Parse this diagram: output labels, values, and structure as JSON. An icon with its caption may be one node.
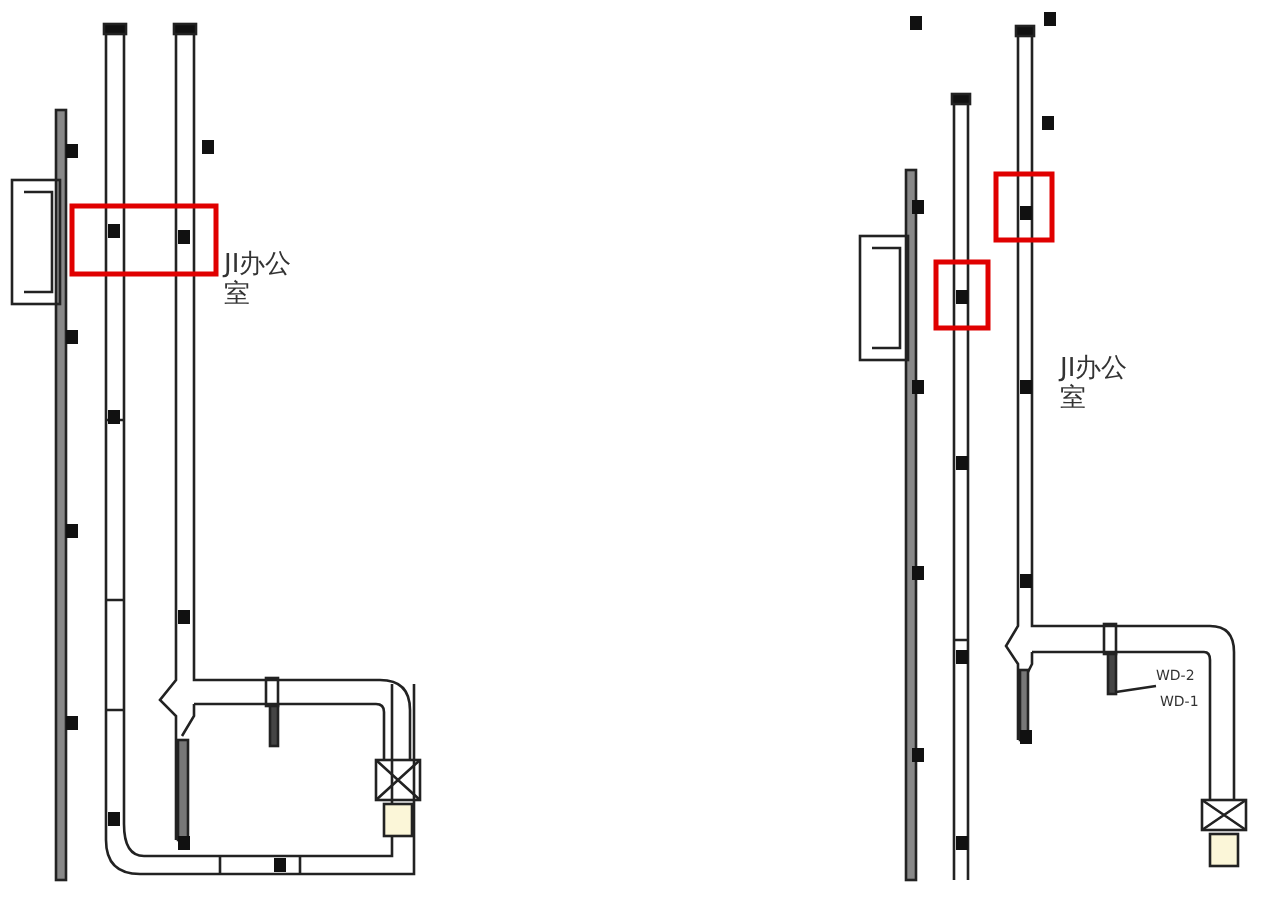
{
  "diagram": {
    "labels": [
      "JI办公室",
      "JI办公室",
      "WD-2",
      "WD-1"
    ]
  }
}
